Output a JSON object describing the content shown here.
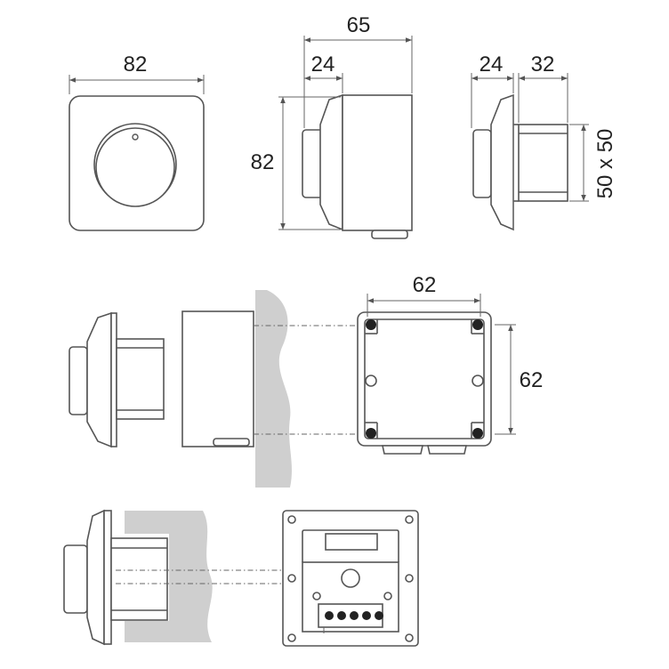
{
  "dimensions": {
    "front_width": "82",
    "side_depth": "65",
    "side_knob_depth": "24",
    "side_height": "82",
    "back_plate_depth": "24",
    "back_body_depth": "32",
    "back_body_size": "50 x 50",
    "box_width": "62",
    "box_height": "62"
  },
  "colors": {
    "line": "#555555",
    "wall": "#cfcfcf",
    "text": "#222222"
  }
}
